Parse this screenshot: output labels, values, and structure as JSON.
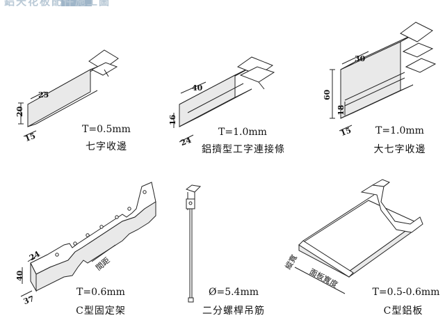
{
  "header": {
    "text": "鋁天花板配件施工圖"
  },
  "items": [
    {
      "spec": "T=0.5mm",
      "name": "七字收邊",
      "dims": [
        "25",
        "20",
        "15"
      ]
    },
    {
      "spec": "T=1.0mm",
      "name": "鋁擠型工字連接條",
      "dims": [
        "40",
        "16",
        "24"
      ]
    },
    {
      "spec": "T=1.0mm",
      "name": "大七字收邊",
      "dims": [
        "30",
        "60",
        "18",
        "15"
      ]
    },
    {
      "spec": "T=0.6mm",
      "name": "C型固定架",
      "dims": [
        "24",
        "40",
        "37"
      ],
      "note": "間距"
    },
    {
      "spec": "Ø=5.4mm",
      "name": "二分螺桿吊筋"
    },
    {
      "spec": "T=0.5-0.6mm",
      "name": "C型鋁板",
      "dims": [
        "縱寬"
      ],
      "note": "面板寬度"
    }
  ]
}
